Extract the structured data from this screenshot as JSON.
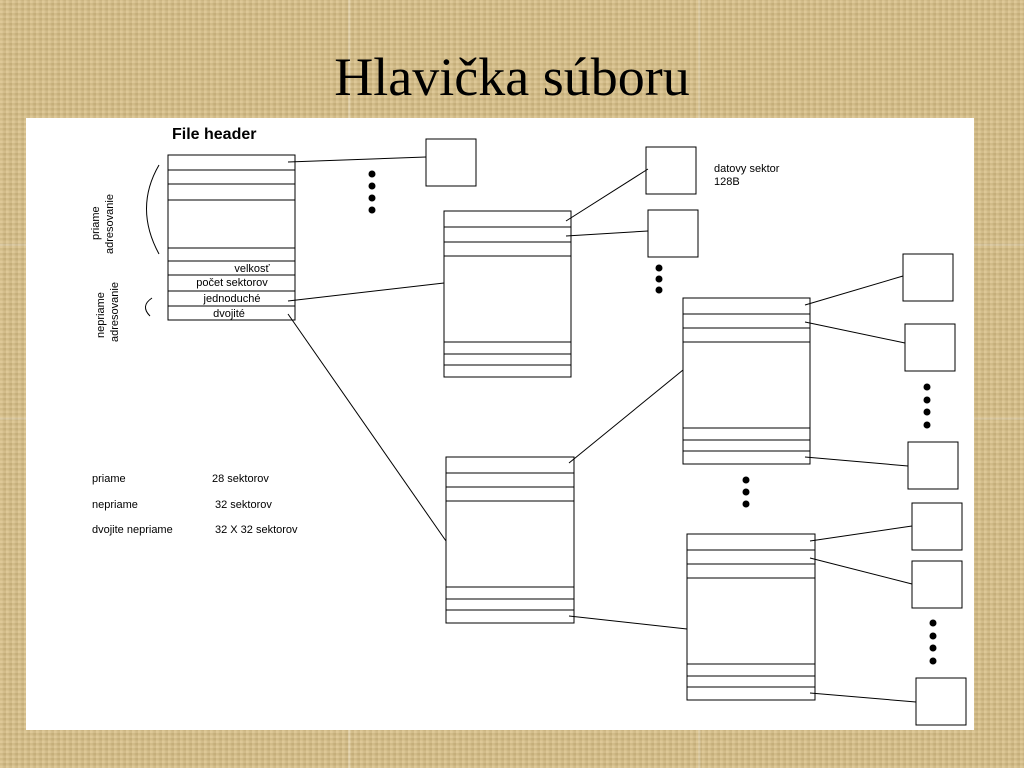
{
  "slide": {
    "title": "Hlavička súboru"
  },
  "diagram": {
    "file_header_title": "File header",
    "direct_addressing_label_line1": "priame",
    "direct_addressing_label_line2": "adresovanie",
    "indirect_addressing_label_line1": "nepriame",
    "indirect_addressing_label_line2": "adresovanie",
    "header_fields": [
      "velkosť",
      "počet sektorov",
      "jednoduché",
      "dvojité"
    ],
    "data_sector_label_line1": "datovy sektor",
    "data_sector_label_line2": "128B",
    "legend": [
      {
        "name": "priame",
        "value": "28 sektorov"
      },
      {
        "name": "nepriame",
        "value": "32 sektorov"
      },
      {
        "name": "dvojite nepriame",
        "value": "32 X 32 sektorov"
      }
    ]
  }
}
